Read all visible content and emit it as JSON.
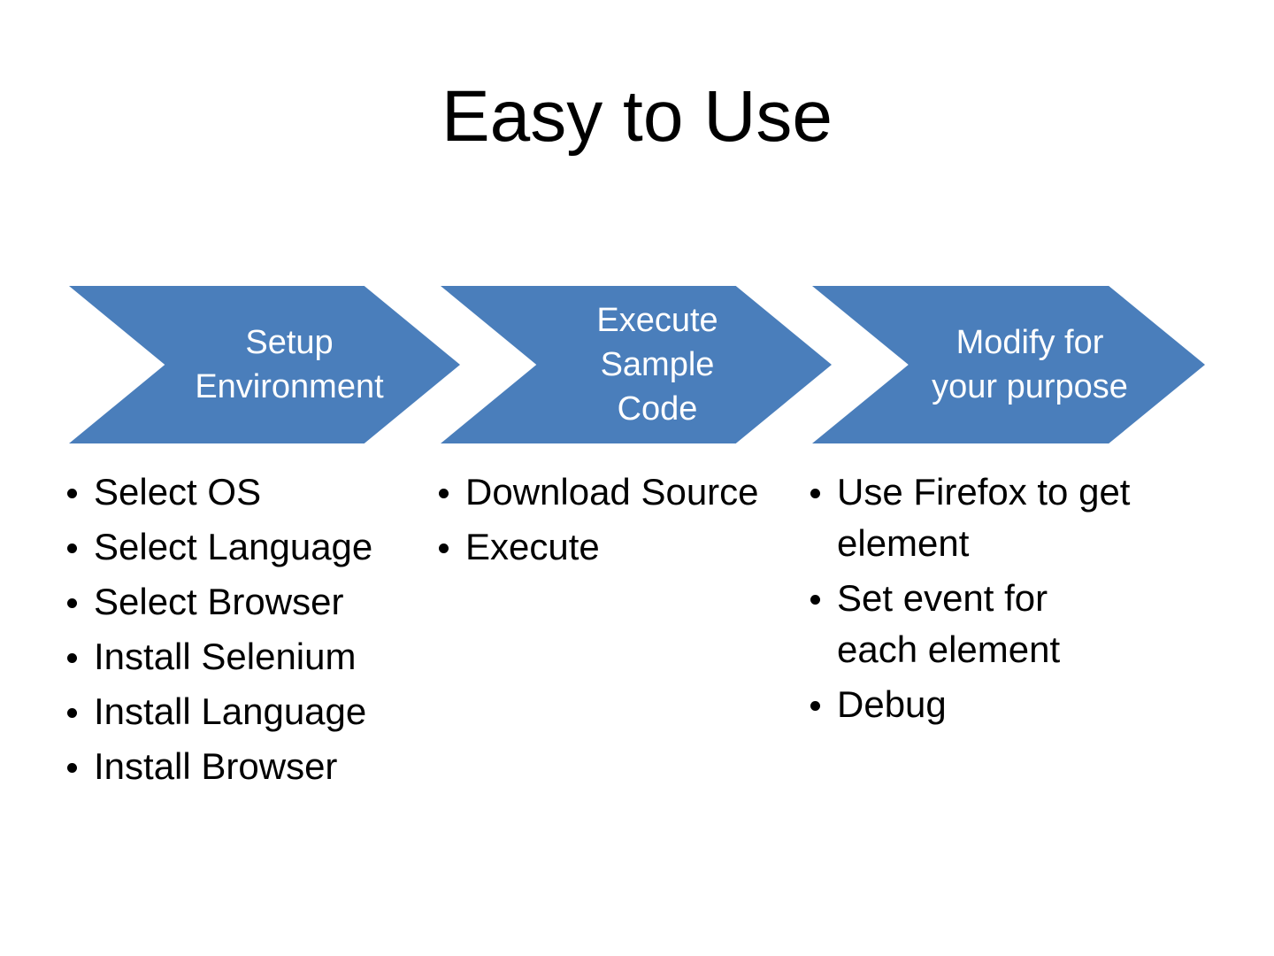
{
  "slide": {
    "title": "Easy to Use",
    "background_color": "#FFFFFF",
    "accent_color": "#4A7EBB",
    "text_color": "#000000",
    "chevron_text_color": "#FFFFFF"
  },
  "process": {
    "steps": [
      {
        "label": "Setup Environment"
      },
      {
        "label": "Execute Sample Code"
      },
      {
        "label": "Modify for your purpose"
      }
    ]
  },
  "columns": [
    {
      "step_label": "Setup Environment",
      "bullets": [
        "Select OS",
        "Select Language",
        "Select Browser",
        "Install Selenium",
        "Install Language",
        "Install Browser"
      ]
    },
    {
      "step_label": "Execute Sample Code",
      "bullets": [
        "Download Source",
        "Execute"
      ]
    },
    {
      "step_label": "Modify for your purpose",
      "bullets": [
        "Use Firefox to get element",
        "Set event for each element",
        "Debug"
      ]
    }
  ]
}
